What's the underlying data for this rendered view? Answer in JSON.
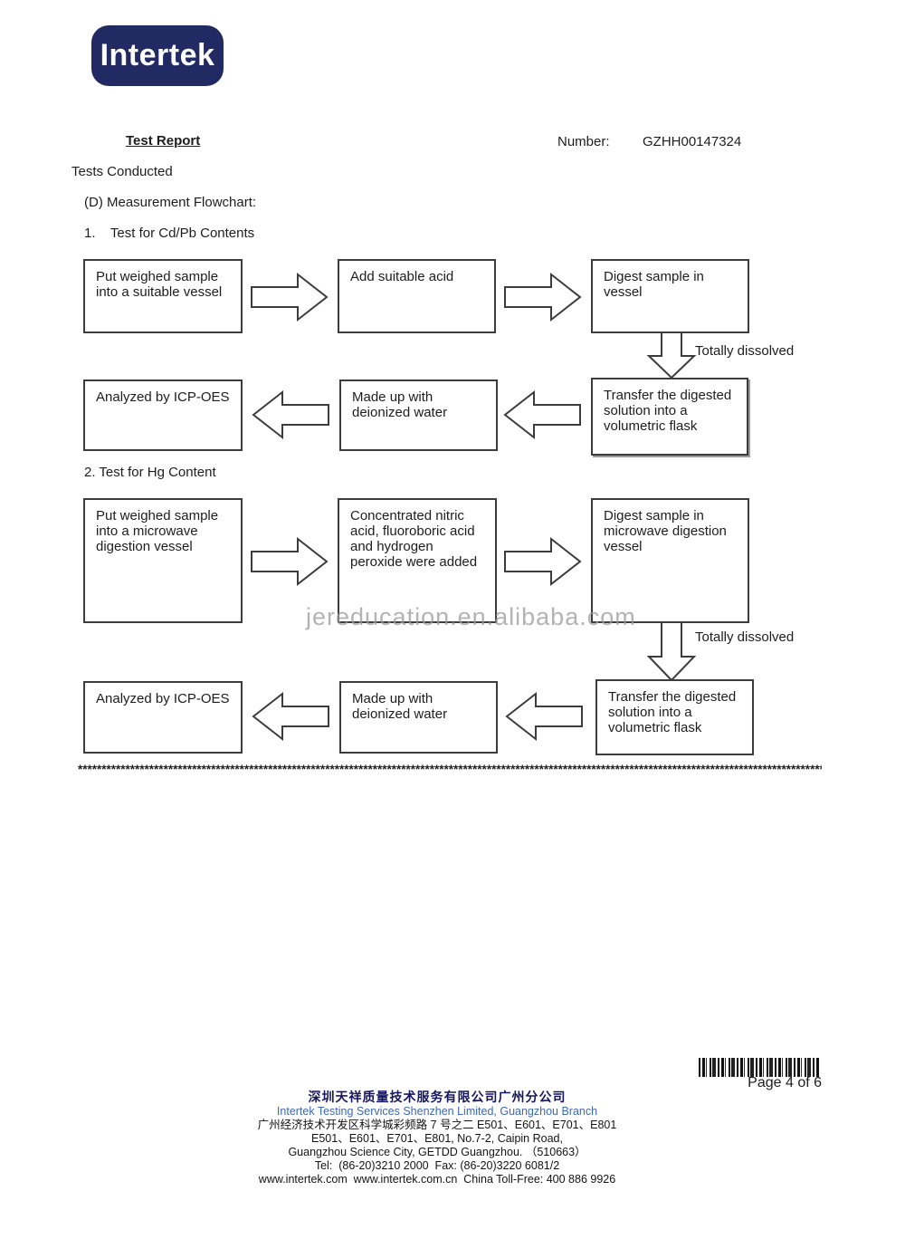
{
  "header": {
    "logo_text": "Intertek",
    "title": "Test Report",
    "number_label": "Number:",
    "number_value": "GZHH00147324"
  },
  "intro": {
    "tests_conducted": "Tests Conducted",
    "flowchart_heading": "(D) Measurement Flowchart:"
  },
  "chart1": {
    "heading": "1.    Test for Cd/Pb Contents",
    "box1": "Put weighed sample into a suitable vessel",
    "box2": "Add suitable acid",
    "box3": "Digest sample in vessel",
    "down_label": "Totally dissolved",
    "box4": "Analyzed by ICP-OES",
    "box5": "Made up with deionized water",
    "box6": "Transfer the digested solution into a volumetric flask"
  },
  "chart2": {
    "heading": "2. Test for Hg Content",
    "box1": "Put weighed sample into a microwave digestion vessel",
    "box2": "Concentrated nitric acid, fluoroboric acid and hydrogen peroxide were added",
    "box3": "Digest sample in microwave digestion vessel",
    "down_label": "Totally dissolved",
    "box4": "Analyzed by ICP-OES",
    "box5": "Made up with deionized water",
    "box6": "Transfer the digested solution into a volumetric flask"
  },
  "watermark": "jereducation.en.alibaba.com",
  "separator": "**********************************************************************************************************************************************************************",
  "footer": {
    "page_label": "Page 4 of 6",
    "company_cn": "深圳天祥质量技术服务有限公司广州分公司",
    "company_en": "Intertek Testing Services Shenzhen Limited, Guangzhou Branch",
    "address_cn": "广州经济技术开发区科学城彩频路 7 号之二 E501、E601、E701、E801",
    "address_en1": "E501、E601、E701、E801, No.7-2, Caipin Road,",
    "address_en2": "Guangzhou Science City, GETDD Guangzhou. （510663）",
    "tel_fax": "Tel:  (86-20)3210 2000  Fax: (86-20)3220 6081/2",
    "web": "www.intertek.com  www.intertek.com.cn  China Toll-Free: 400 886 9926"
  },
  "colors": {
    "logo_bg": "#222a64",
    "box_border": "#3c3c3c",
    "footer_cn": "#16165e",
    "footer_blue": "#3c68b4",
    "watermark": "#9a9a9a"
  },
  "icons": {
    "arrow_right": "block-arrow-right",
    "arrow_left": "block-arrow-left",
    "arrow_down": "block-arrow-down",
    "barcode": "barcode-stripes"
  }
}
